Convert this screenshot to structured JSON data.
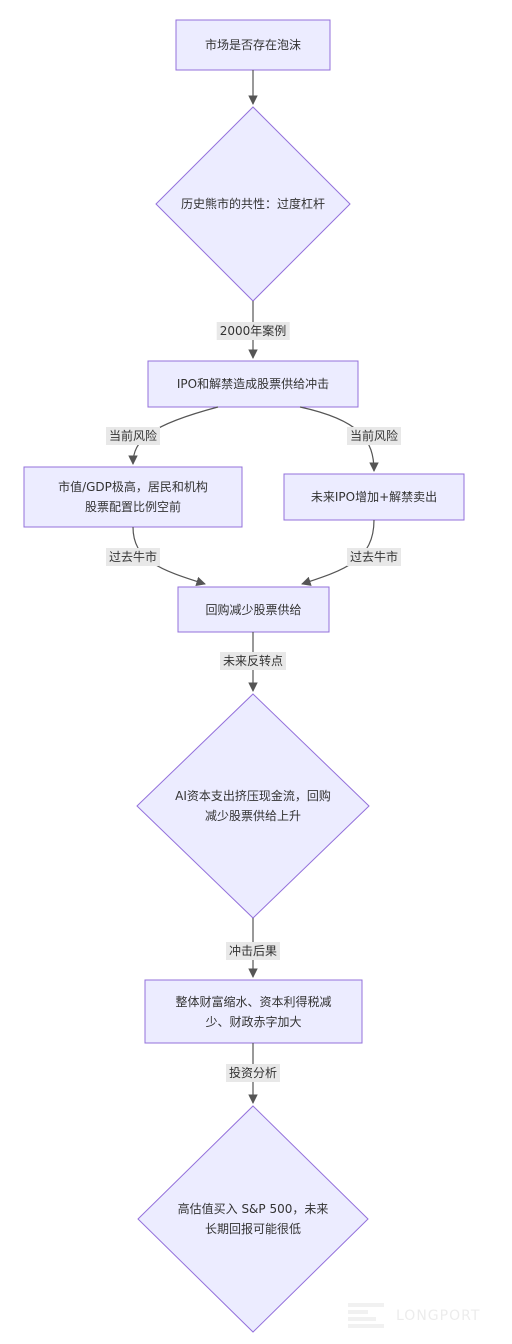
{
  "colors": {
    "node_fill": "#ececff",
    "node_stroke": "#9370db",
    "edge": "#555555",
    "label_bg": "#e8e8e8",
    "text": "#333333"
  },
  "nodes": {
    "bubble": "市场是否存在泡沫",
    "leverage": "历史熊市的共性：过度杠杆",
    "ipo_shock": "IPO和解禁造成股票供给冲击",
    "allocation": "市值/GDP极高，居民和机构\n股票配置比例空前",
    "future_ipo": "未来IPO增加+解禁卖出",
    "buyback": "回购减少股票供给",
    "ai_capex": "AI资本支出挤压现金流，回购\n减少股票供给上升",
    "wealth": "整体财富缩水、资本利得税减\n少、财政赤字加大",
    "valuation": "高估值买入 S&P 500，未来\n长期回报可能很低"
  },
  "edge_labels": {
    "case_2000": "2000年案例",
    "risk_left": "当前风险",
    "risk_right": "当前风险",
    "past_left": "过去牛市",
    "past_right": "过去牛市",
    "turning_point": "未来反转点",
    "shock_result": "冲击后果",
    "analysis": "投资分析"
  },
  "watermark": {
    "text": "LONGPORT"
  }
}
